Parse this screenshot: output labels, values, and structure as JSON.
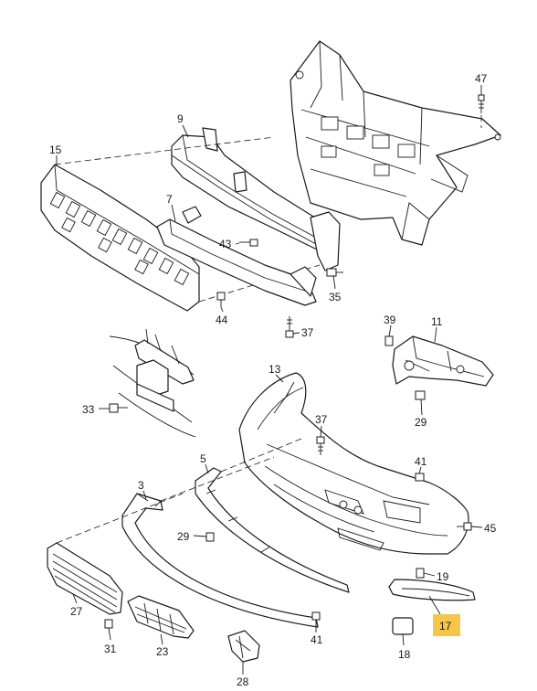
{
  "callouts": [
    {
      "id": "47",
      "label": "47"
    },
    {
      "id": "9",
      "label": "9"
    },
    {
      "id": "15",
      "label": "15"
    },
    {
      "id": "7",
      "label": "7"
    },
    {
      "id": "43",
      "label": "43"
    },
    {
      "id": "35",
      "label": "35"
    },
    {
      "id": "44",
      "label": "44"
    },
    {
      "id": "37a",
      "label": "37"
    },
    {
      "id": "39",
      "label": "39"
    },
    {
      "id": "11",
      "label": "11"
    },
    {
      "id": "29a",
      "label": "29"
    },
    {
      "id": "13",
      "label": "13"
    },
    {
      "id": "33",
      "label": "33"
    },
    {
      "id": "37b",
      "label": "37"
    },
    {
      "id": "41a",
      "label": "41"
    },
    {
      "id": "5",
      "label": "5"
    },
    {
      "id": "3",
      "label": "3"
    },
    {
      "id": "45",
      "label": "45"
    },
    {
      "id": "29b",
      "label": "29"
    },
    {
      "id": "19",
      "label": "19"
    },
    {
      "id": "27",
      "label": "27"
    },
    {
      "id": "17",
      "label": "17",
      "highlighted": true
    },
    {
      "id": "31",
      "label": "31"
    },
    {
      "id": "23",
      "label": "23"
    },
    {
      "id": "41b",
      "label": "41"
    },
    {
      "id": "18",
      "label": "18"
    },
    {
      "id": "28",
      "label": "28"
    }
  ],
  "highlight_color": "#f6c64a"
}
